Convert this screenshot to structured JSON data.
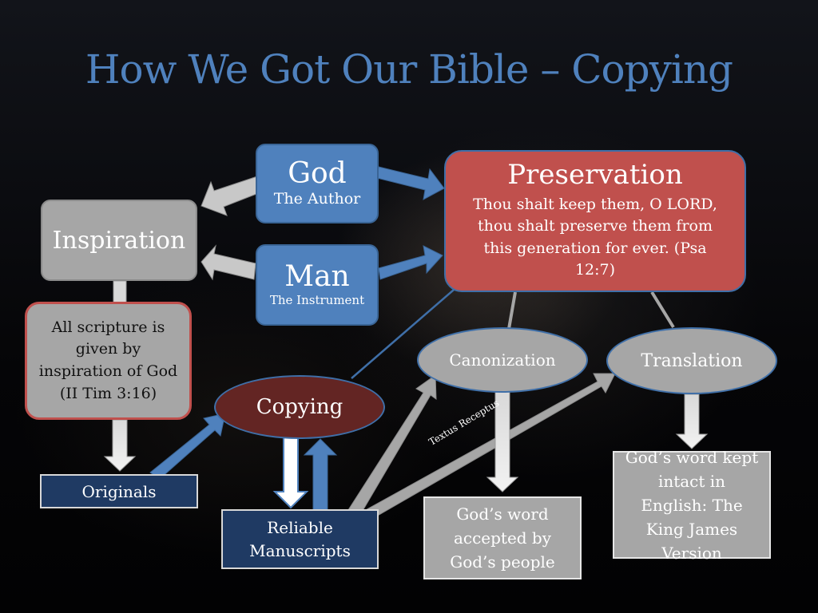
{
  "title": "How We Got Our Bible – Copying",
  "nodes": {
    "god": {
      "label": "God",
      "sub": "The Author"
    },
    "man": {
      "label": "Man",
      "sub": "The Instrument"
    },
    "inspiration": {
      "label": "Inspiration"
    },
    "scripture": {
      "text": "All scripture is given by inspiration of God (II Tim 3:16)"
    },
    "preservation": {
      "label": "Preservation",
      "text": "Thou shalt keep them, O LORD, thou shalt preserve them from this generation for ever. (Psa 12:7)"
    },
    "canonization": {
      "label": "Canonization"
    },
    "translation": {
      "label": "Translation"
    },
    "copying": {
      "label": "Copying"
    },
    "originals": {
      "label": "Originals"
    },
    "manuscripts": {
      "label": "Reliable Manuscripts"
    },
    "accepted": {
      "text": "God’s word accepted by God’s people"
    },
    "kjv": {
      "text": "God’s word kept intact in English: The King James Version"
    }
  },
  "edge_labels": {
    "textus_receptus": "Textus Receptus"
  },
  "colors": {
    "title": "#4f81bd",
    "blue_box": "#4f81bd",
    "red_box": "#c0504d",
    "dark_red": "#632523",
    "grey_box": "#a6a6a6",
    "navy_box": "#1f3a63"
  }
}
